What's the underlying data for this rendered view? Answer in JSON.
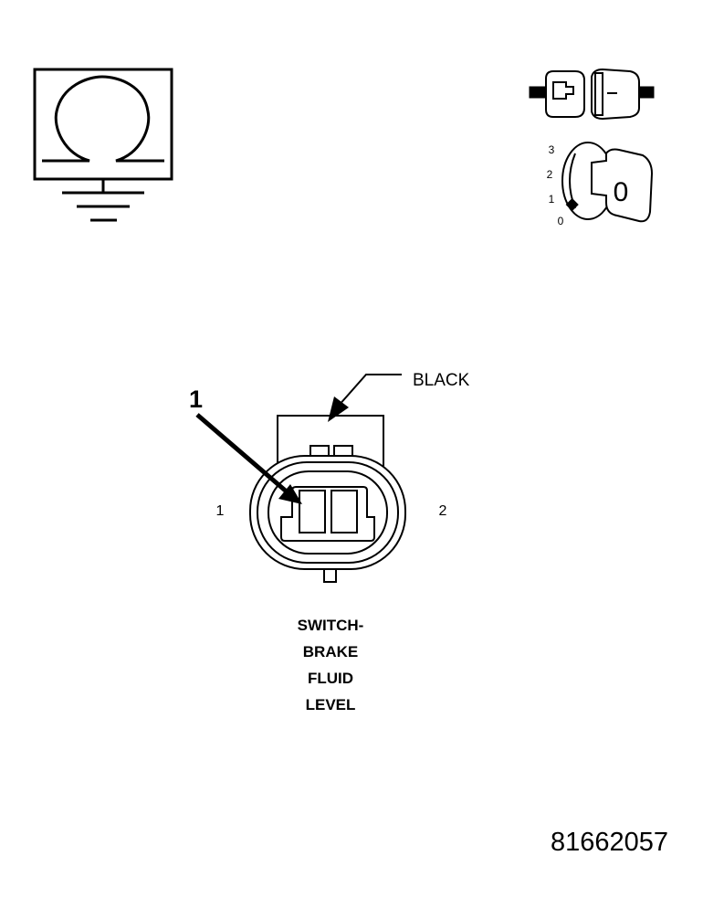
{
  "ohmmeter": {
    "symbol": "Ω"
  },
  "ignition_switch": {
    "positions": [
      "0",
      "1",
      "2",
      "3"
    ],
    "key_marker": "0"
  },
  "connector": {
    "color_label": "BLACK",
    "callout_number": "1",
    "pin_left": "1",
    "pin_right": "2"
  },
  "component_name": {
    "line1": "SWITCH-",
    "line2": "BRAKE",
    "line3": "FLUID",
    "line4": "LEVEL"
  },
  "figure_id": "81662057",
  "colors": {
    "line": "#000000",
    "background": "#ffffff"
  }
}
